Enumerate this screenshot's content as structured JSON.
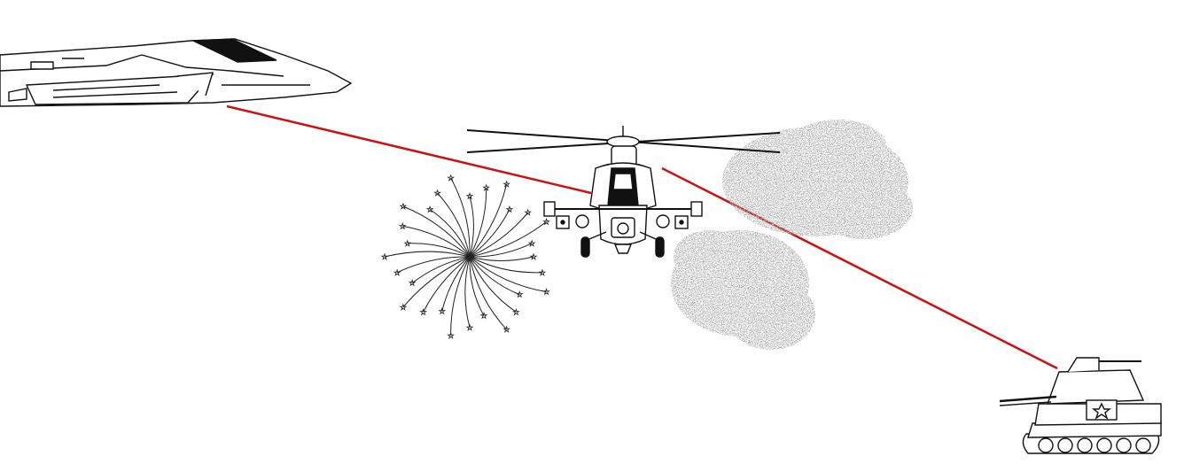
{
  "scene": {
    "background_color": "#ffffff",
    "line_color": "#cc1111",
    "ink_color": "#111111",
    "smoke_color": "#8a8a8a",
    "objects": [
      {
        "name": "jet-fighter",
        "icon": "jet-icon"
      },
      {
        "name": "attack-helicopter",
        "icon": "helicopter-icon"
      },
      {
        "name": "tank",
        "icon": "tank-icon"
      },
      {
        "name": "firework-burst",
        "icon": "firework-icon"
      },
      {
        "name": "smoke-cloud-upper",
        "icon": "smoke-icon"
      },
      {
        "name": "smoke-cloud-lower",
        "icon": "smoke-icon"
      }
    ]
  }
}
